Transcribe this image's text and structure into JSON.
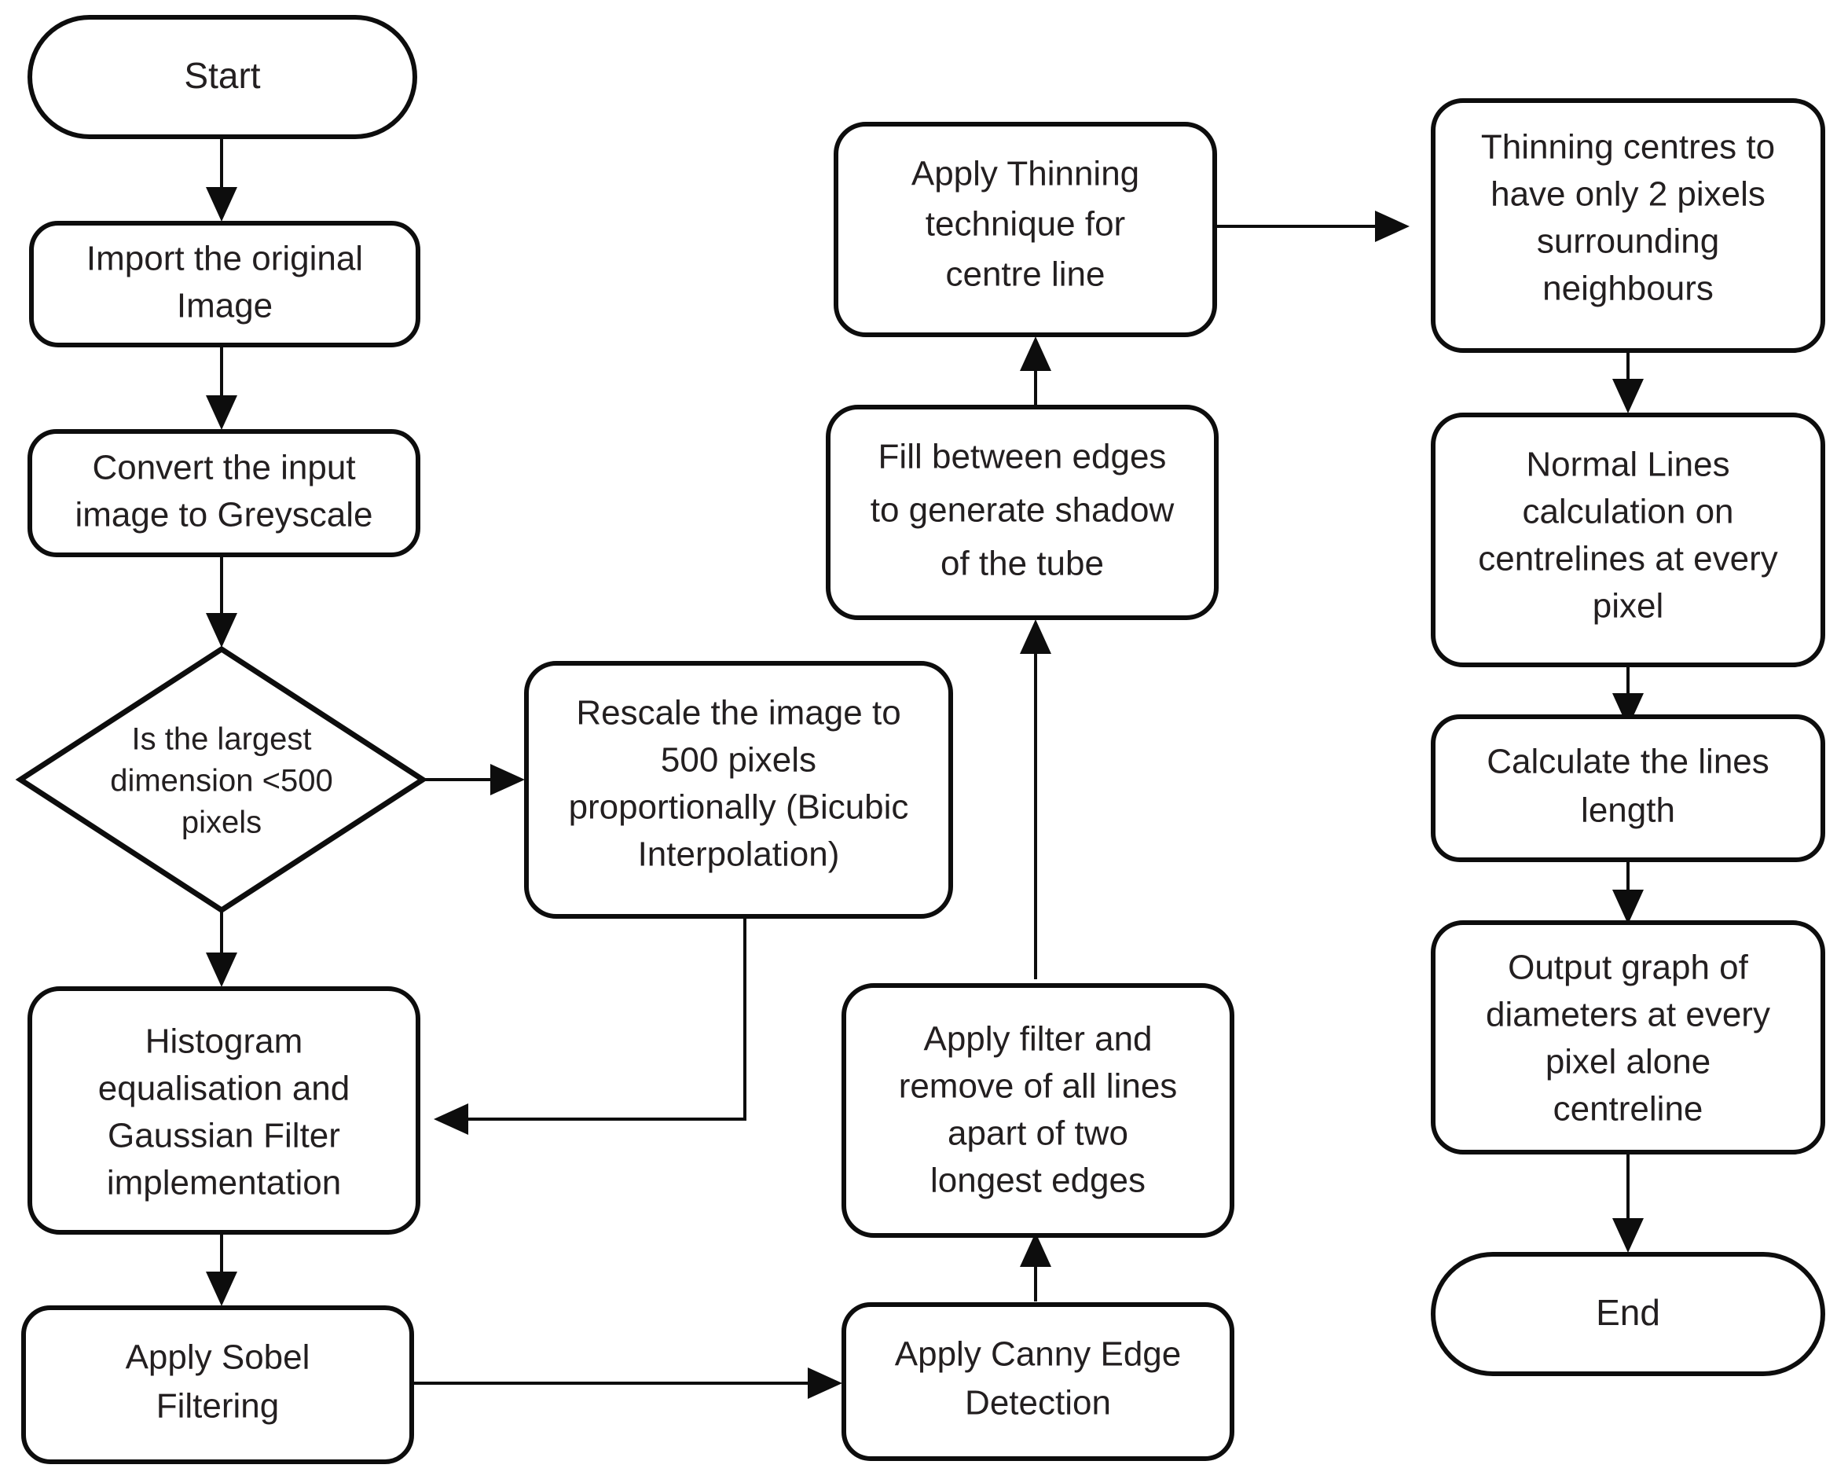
{
  "diagram": {
    "title": "Tube diameter measurement image-processing pipeline flowchart",
    "background_color": "#ffffff",
    "stroke_color": "#0d0d0d",
    "text_color": "#231f20"
  },
  "nodes": {
    "start": {
      "id": "start",
      "shape": "terminator",
      "lines": [
        "Start"
      ]
    },
    "import_image": {
      "id": "import_image",
      "shape": "process",
      "lines": [
        "Import the original",
        "Image"
      ]
    },
    "convert_greyscale": {
      "id": "convert_greyscale",
      "shape": "process",
      "lines": [
        "Convert the input",
        "image to Greyscale"
      ]
    },
    "decision_dimension": {
      "id": "decision_dimension",
      "shape": "decision",
      "lines": [
        "Is the largest",
        "dimension <500",
        "pixels"
      ]
    },
    "rescale": {
      "id": "rescale",
      "shape": "process",
      "lines": [
        "Rescale the image to",
        "500 pixels",
        "proportionally (Bicubic",
        "Interpolation)"
      ]
    },
    "histogram": {
      "id": "histogram",
      "shape": "process",
      "lines": [
        "Histogram",
        "equalisation and",
        "Gaussian Filter",
        "implementation"
      ]
    },
    "sobel": {
      "id": "sobel",
      "shape": "process",
      "lines": [
        "Apply Sobel",
        "Filtering"
      ]
    },
    "canny": {
      "id": "canny",
      "shape": "process",
      "lines": [
        "Apply Canny Edge",
        "Detection"
      ]
    },
    "filter_lines": {
      "id": "filter_lines",
      "shape": "process",
      "lines": [
        "Apply filter and",
        "remove of all lines",
        "apart of two",
        "longest edges"
      ]
    },
    "fill_edges": {
      "id": "fill_edges",
      "shape": "process",
      "lines": [
        "Fill between edges",
        "to generate shadow",
        "of the tube"
      ]
    },
    "thinning_centre": {
      "id": "thinning_centre",
      "shape": "process",
      "lines": [
        "Apply Thinning",
        "technique for",
        "centre line"
      ]
    },
    "thinning_centres_2px": {
      "id": "thinning_centres_2px",
      "shape": "process",
      "lines": [
        "Thinning centres to",
        "have only 2 pixels",
        "surrounding",
        "neighbours"
      ]
    },
    "normal_lines": {
      "id": "normal_lines",
      "shape": "process",
      "lines": [
        "Normal Lines",
        "calculation on",
        "centrelines at every",
        "pixel"
      ]
    },
    "calc_length": {
      "id": "calc_length",
      "shape": "process",
      "lines": [
        "Calculate the lines",
        "length"
      ]
    },
    "output_graph": {
      "id": "output_graph",
      "shape": "process",
      "lines": [
        "Output graph of",
        "diameters at every",
        "pixel alone",
        "centreline"
      ]
    },
    "end": {
      "id": "end",
      "shape": "terminator",
      "lines": [
        "End"
      ]
    }
  },
  "edges": [
    {
      "from": "start",
      "to": "import_image",
      "direction": "down"
    },
    {
      "from": "import_image",
      "to": "convert_greyscale",
      "direction": "down"
    },
    {
      "from": "convert_greyscale",
      "to": "decision_dimension",
      "direction": "down"
    },
    {
      "from": "decision_dimension",
      "to": "rescale",
      "direction": "right"
    },
    {
      "from": "decision_dimension",
      "to": "histogram",
      "direction": "down"
    },
    {
      "from": "rescale",
      "to": "histogram",
      "direction": "down-left"
    },
    {
      "from": "histogram",
      "to": "sobel",
      "direction": "down"
    },
    {
      "from": "sobel",
      "to": "canny",
      "direction": "right"
    },
    {
      "from": "canny",
      "to": "filter_lines",
      "direction": "up"
    },
    {
      "from": "filter_lines",
      "to": "fill_edges",
      "direction": "up"
    },
    {
      "from": "fill_edges",
      "to": "thinning_centre",
      "direction": "up"
    },
    {
      "from": "thinning_centre",
      "to": "thinning_centres_2px",
      "direction": "right"
    },
    {
      "from": "thinning_centres_2px",
      "to": "normal_lines",
      "direction": "down"
    },
    {
      "from": "normal_lines",
      "to": "calc_length",
      "direction": "down"
    },
    {
      "from": "calc_length",
      "to": "output_graph",
      "direction": "down"
    },
    {
      "from": "output_graph",
      "to": "end",
      "direction": "down"
    }
  ]
}
